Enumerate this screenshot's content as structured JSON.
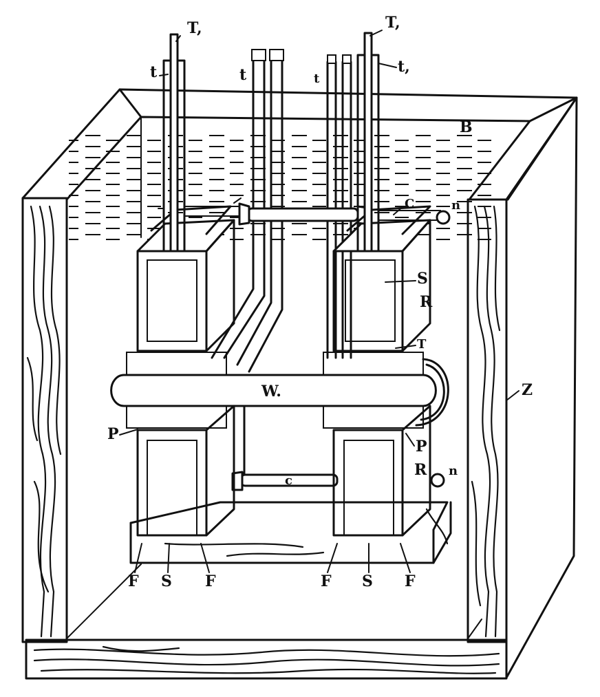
{
  "figure": {
    "labels": {
      "T1_left": "T,",
      "T1_right": "T,",
      "t_left": "t",
      "t1_right": "t,",
      "t_mid": "t",
      "t_mid2": "t",
      "B": "B",
      "C_top": "C",
      "n_top": "n",
      "S_upper": "S",
      "R_upper": "R",
      "T_upper": "T",
      "W": "W.",
      "Z": "Z",
      "P_left": "P",
      "P_right": "P",
      "R_lower": "R",
      "n_lower": "n",
      "C_lower": "c",
      "F1": "F",
      "S1": "S",
      "F2": "F",
      "F3": "F",
      "S2": "S",
      "F4": "F"
    }
  }
}
